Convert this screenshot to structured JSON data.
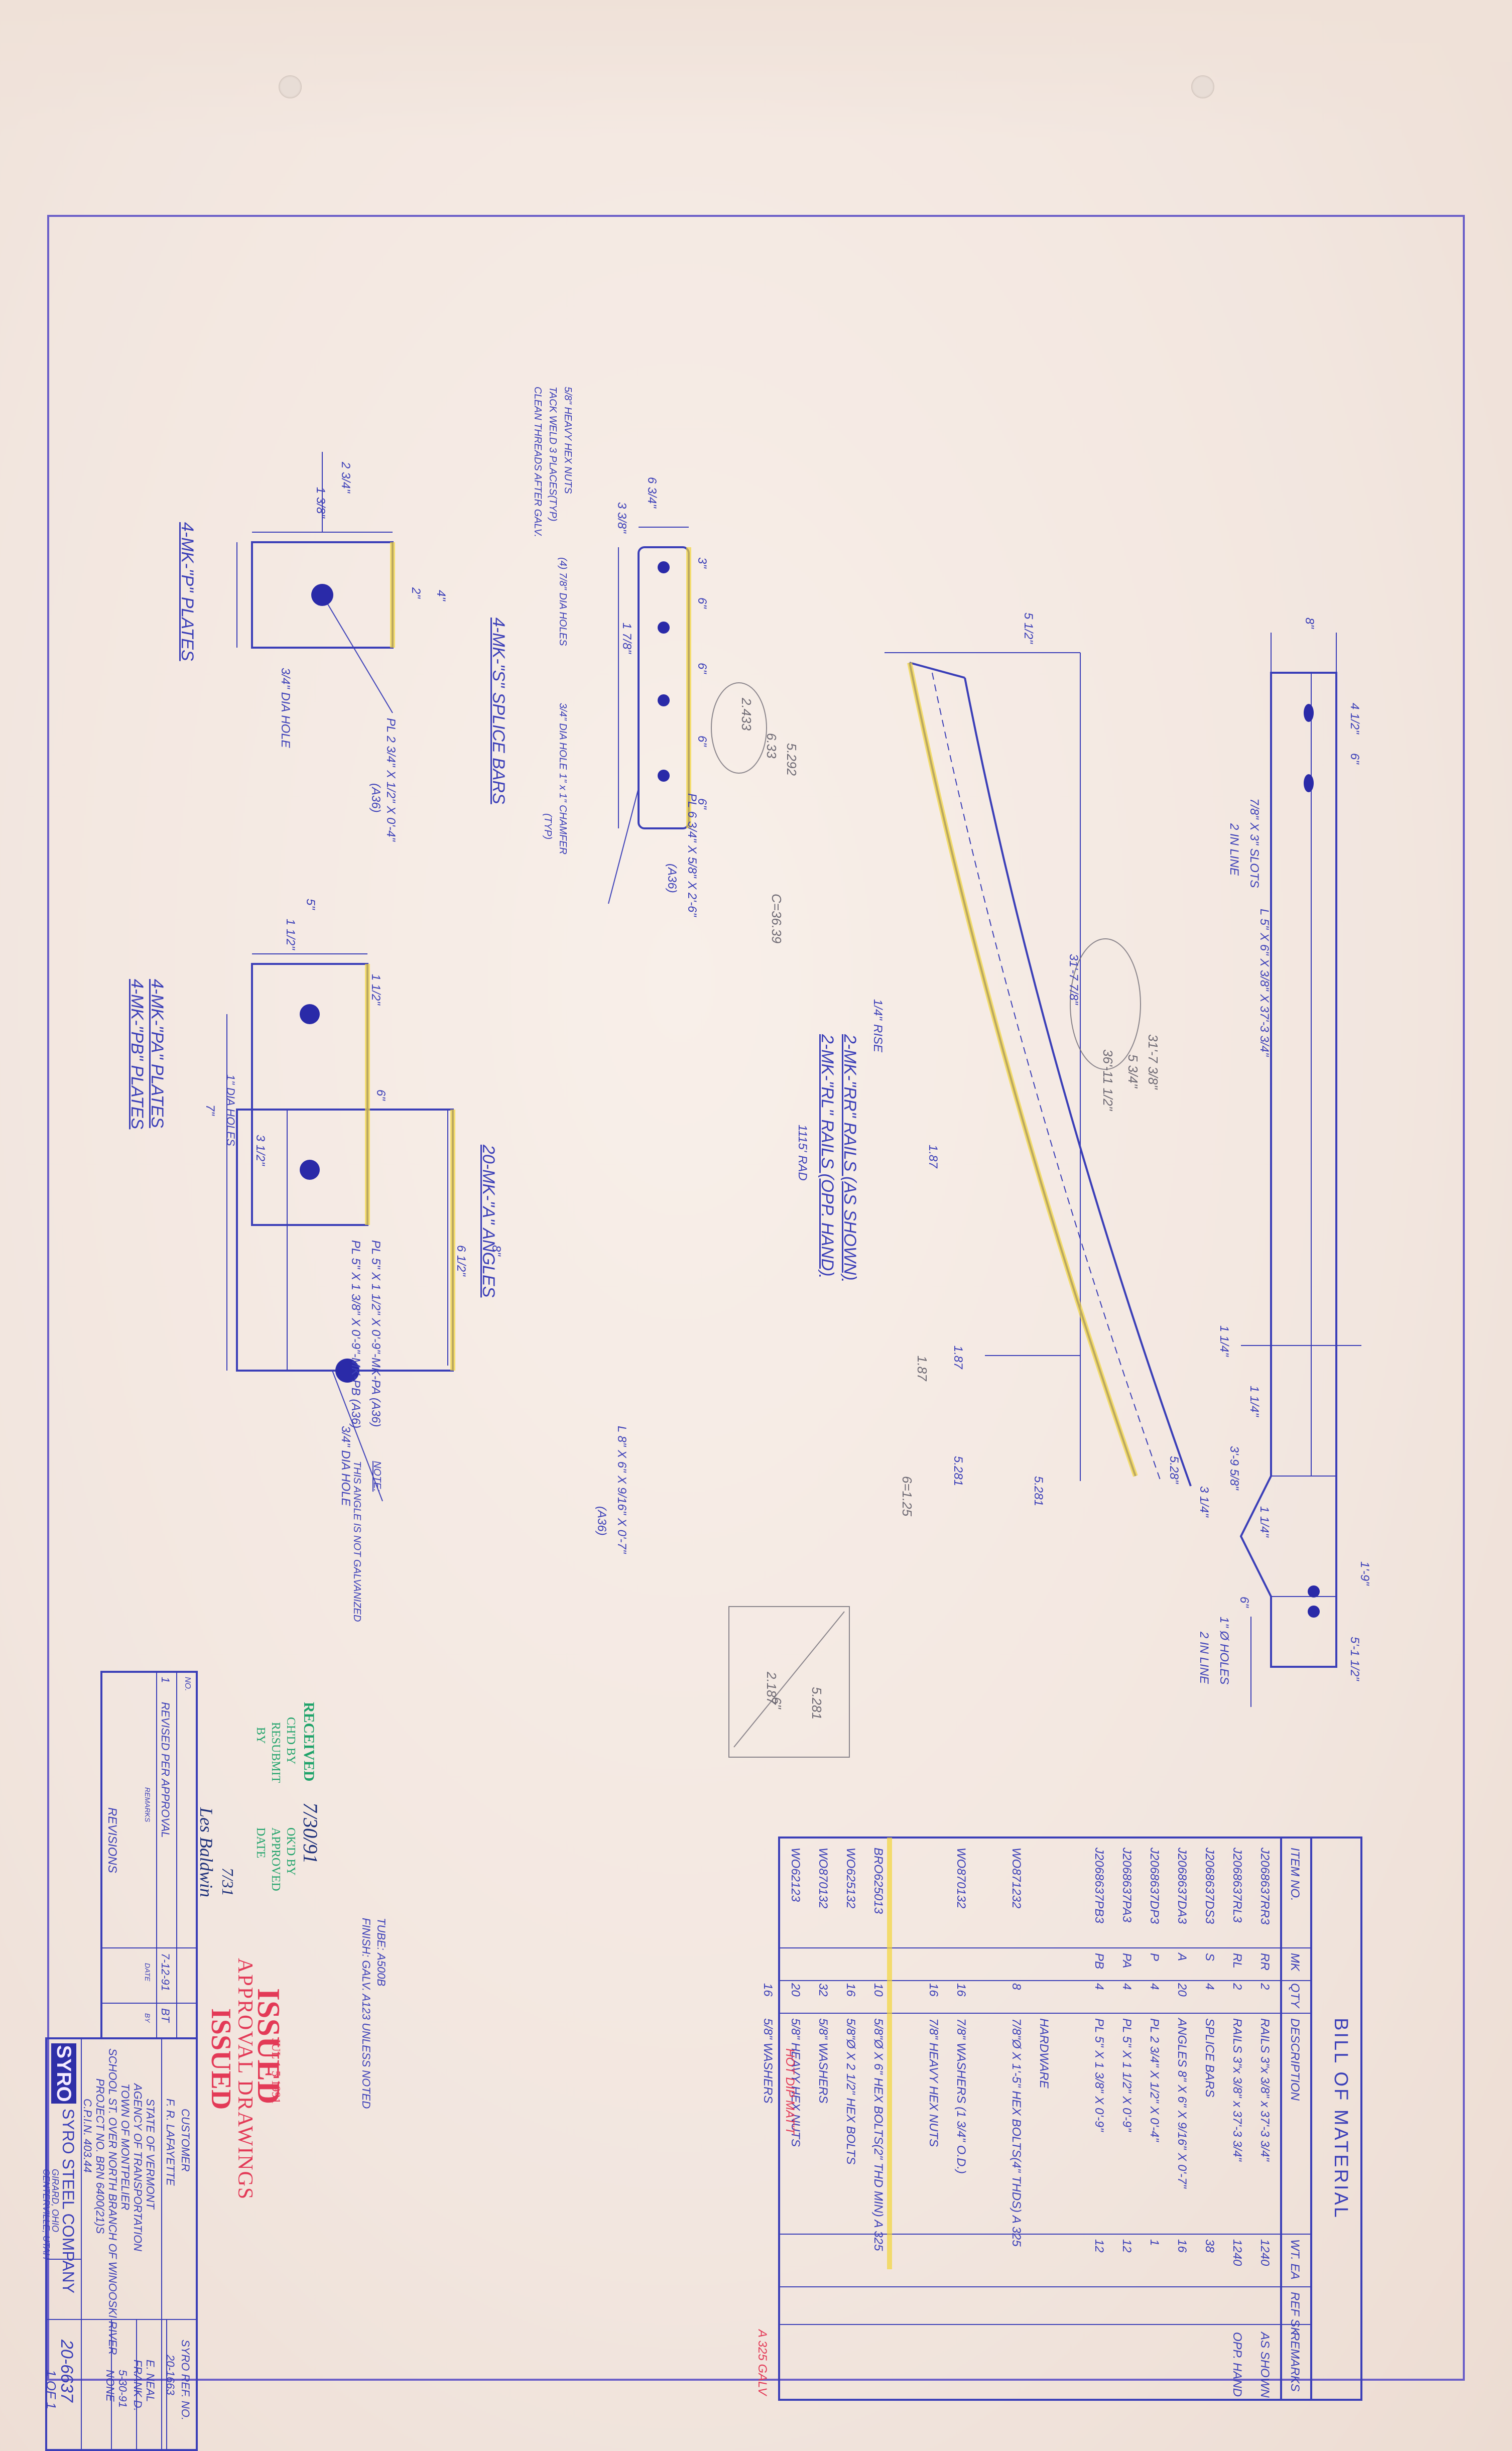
{
  "sheet": {
    "paper_color": "#f3e9e2",
    "line_color": "#3b3fb8",
    "highlight_color": "#f2d63b",
    "stamp_red": "#e33a57",
    "stamp_green": "#1fa36a"
  },
  "bom": {
    "title": "BILL OF MATERIAL",
    "headers": {
      "item": "ITEM NO.",
      "mk": "MK",
      "qty": "QTY",
      "desc": "DESCRIPTION",
      "wt": "WT. EA",
      "ref": "REF SK",
      "remarks": "REMARKS"
    },
    "rows": [
      {
        "item": "J2068637RR3",
        "mk": "RR",
        "qty": "2",
        "desc": "RAILS 3\"x 3/8\" x 37'-3 3/4\"",
        "wt": "1240",
        "remarks": "AS SHOWN"
      },
      {
        "item": "J2068637RL3",
        "mk": "RL",
        "qty": "2",
        "desc": "RAILS 3\"x 3/8\" x 37'-3 3/4\"",
        "wt": "1240",
        "remarks": "OPP. HAND"
      },
      {
        "item": "J2068637DS3",
        "mk": "S",
        "qty": "4",
        "desc": "SPLICE BARS",
        "wt": "38"
      },
      {
        "item": "J2068637DA3",
        "mk": "A",
        "qty": "20",
        "desc": "ANGLES 8\" X 6\" X 9/16\" X 0'-7\"",
        "wt": "16"
      },
      {
        "item": "J2068637DP3",
        "mk": "P",
        "qty": "4",
        "desc": "PL 2 3/4\" X 1/2\" X 0'-4\"",
        "wt": "1"
      },
      {
        "item": "J2068637PA3",
        "mk": "PA",
        "qty": "4",
        "desc": "PL 5\" X 1 1/2\" X 0'-9\"",
        "wt": "12"
      },
      {
        "item": "J2068637PB3",
        "mk": "PB",
        "qty": "4",
        "desc": "PL 5\" X 1 3/8\" X 0'-9\"",
        "wt": "12"
      },
      {
        "item": "",
        "mk": "",
        "qty": "",
        "desc": "",
        "wt": ""
      },
      {
        "item": "",
        "mk": "",
        "qty": "",
        "desc": "HARDWARE",
        "wt": ""
      },
      {
        "item": "WO871232",
        "mk": "",
        "qty": "8",
        "desc": "7/8\"Ø X 1'-5\" HEX BOLTS(4\" THDS) A 325",
        "wt": ""
      },
      {
        "item": "",
        "mk": "",
        "qty": "",
        "desc": "",
        "wt": ""
      },
      {
        "item": "WO870132",
        "mk": "",
        "qty": "16",
        "desc": "7/8\" WASHERS (1 3/4\" O.D.)",
        "wt": ""
      },
      {
        "item": "",
        "mk": "",
        "qty": "16",
        "desc": "7/8\" HEAVY HEX NUTS",
        "wt": ""
      },
      {
        "item": "",
        "mk": "",
        "qty": "",
        "desc": "",
        "wt": ""
      },
      {
        "item": "BRO625013",
        "mk": "",
        "qty": "10",
        "desc": "5/8\"Ø X 6\" HEX BOLTS(2\" THD MIN) A 325",
        "wt": ""
      },
      {
        "item": "WO625132",
        "mk": "",
        "qty": "16",
        "desc": "5/8\"Ø X 2 1/2\" HEX BOLTS",
        "wt": ""
      },
      {
        "item": "WO870132",
        "mk": "",
        "qty": "32",
        "desc": "5/8\" WASHERS",
        "wt": ""
      },
      {
        "item": "WO62123",
        "mk": "",
        "qty": "20",
        "desc": "5/8\" HEAVY HEX NUTS",
        "wt": ""
      },
      {
        "item": "",
        "mk": "",
        "qty": "16",
        "desc": "5/8\" WASHERS",
        "wt": ""
      }
    ],
    "handwritten": {
      "hot_dip": "HOT DIP MAT'T",
      "galv": "A 325 GALV"
    }
  },
  "views": {
    "p_plates": {
      "label": "4-MK-\"P\" PLATES",
      "plate": "PL 2 3/4\" X 1/2\" X 0'-4\"",
      "spec": "(A36)",
      "hole": "3/4\" DIA HOLE",
      "dims": [
        "2 3/4\"",
        "1 3/8\"",
        "2\"",
        "4\""
      ]
    },
    "s_splice": {
      "label": "4-MK-\"S\" SPLICE BARS",
      "nuts": "5/8\" HEAVY HEX NUTS",
      "tack": "TACK WELD 3 PLACES(TYP)",
      "clean": "CLEAN THREADS AFTER GALV.",
      "holes": "(4) 7/8\" DIA HOLES",
      "hole": "3/4\" DIA HOLE",
      "chamfer": "1\" x 1\" CHAMFER",
      "typ": "(TYP)",
      "plate": "PL 6 3/4\" X 5/8\" X 2'-6\"",
      "spec": "(A36)",
      "dims": [
        "6 3/4\"",
        "3 3/8\"",
        "1 7/8\"",
        "3\"",
        "6\"",
        "6\"",
        "6\"",
        "6\""
      ]
    },
    "pa_pb": {
      "label1": "4-MK-\"PA\" PLATES",
      "label2": "4-MK-\"PB\" PLATES",
      "holes": "1\" DIA HOLES",
      "plate1": "PL 5\" X 1 1/2\" X 0'-9\"-MK-PA (A36)",
      "plate2": "PL 5\" X 1 3/8\" X 0'-9\"-MK-PB (A36)",
      "dims": [
        "5\"",
        "1 1/2\"",
        "1 1/2\"",
        "6\""
      ]
    },
    "a_angles": {
      "label": "20-MK-\"A\" ANGLES",
      "angle": "L 8\" X 6\" X 9/16\" X 0'-7\"",
      "spec": "(A36)",
      "hole": "3/4\" DIA HOLE",
      "note": "NOTE:",
      "note2": "THIS ANGLE IS NOT GALVANIZED",
      "dims": [
        "7\"",
        "3 1/2\"",
        "6 1/2\"",
        "8\""
      ]
    },
    "rails": {
      "label1": "2-MK-\"RR\" RAILS (AS SHOWN)",
      "label2": "2-MK-\"RL\" RAILS (OPP. HAND)",
      "radius": "1115' RAD",
      "rise": "RISE",
      "rise_val": "1/4\"",
      "chord": "31'-7 7/8\"",
      "top": "5 1/2\"",
      "dims": [
        "1.87",
        "1.87",
        "5.281",
        "5.281"
      ]
    },
    "elevation": {
      "slots": "7/8\" X 3\" SLOTS",
      "inline": "2 IN LINE",
      "angle": "L 5\" X 6\" X 3/8\" X 37'-3 3/4\"",
      "holes": "1\" Ø HOLES",
      "inline2": "2 IN LINE",
      "dims": [
        "8\"",
        "4 1/2\"",
        "6\"",
        "1 1/4\"",
        "1 1/4\"",
        "3'-9 5/8\"",
        "1'-9\"",
        "5'-1 1/2\"",
        "6\"",
        "1 1/4\"",
        "3 1/4\"",
        "5.28\""
      ]
    }
  },
  "stamps": {
    "received": "RECEIVED",
    "received_date": "7/30/91",
    "chkd_by": "CH'D BY",
    "resubmit": "RESUBMIT",
    "approved": "APPROVED",
    "ok_by": "OK'D BY",
    "by": "BY",
    "date": "DATE",
    "approval": "APPROVAL DRAWINGS",
    "issued": "ISSUED",
    "issued_date": "JUL 1 5 1991",
    "issued2": "ISSUED",
    "sign_date": "7/31",
    "signature": "Les Baldwin"
  },
  "title_block": {
    "tube": "TUBE: A500B",
    "finish": "FINISH: GALV. A123 UNLESS NOTED",
    "customer_label": "CUSTOMER",
    "customer": "F. R. LAFAYETTE",
    "state": "STATE OF VERMONT",
    "agency": "AGENCY OF TRANSPORTATION",
    "town": "TOWN OF MONTPELIER",
    "school": "SCHOOL ST. OVER NORTH BRANCH OF WINOOSKI RIVER",
    "project": "PROJECT NO. BRN 6400(21)S",
    "cpi": "C.P.I.N. 403.44",
    "company": "SYRO STEEL COMPANY",
    "addr1": "GIRARD, OHIO",
    "addr2": "CENTERVILLE, UTAH",
    "logo": "SYRO",
    "ref_label": "SYRO REF. NO.",
    "ref": "20-1663",
    "drawn": "E. NEAL",
    "checked": "FRANK D.",
    "date": "5-30-91",
    "scale": "NONE",
    "drawing_no": "20-6637",
    "sheet": "1 OF 1"
  },
  "revisions": {
    "title": "REVISIONS",
    "no_label": "NO.",
    "rows": [
      {
        "no": "1",
        "text": "REVISED PER APPROVAL",
        "date": "7-12-91",
        "by": "BT"
      }
    ],
    "remarks_label": "REMARKS",
    "date_label": "DATE",
    "by_label": "BY"
  },
  "pencil_notes": [
    "31'-7 3/8\"",
    "5 3/4\"",
    "36'-11 1/2\"",
    "2.433",
    "6.33",
    "5.292",
    "C=36.39",
    "1.87",
    "6=1.25",
    "5.281",
    "2.187",
    "6\""
  ]
}
